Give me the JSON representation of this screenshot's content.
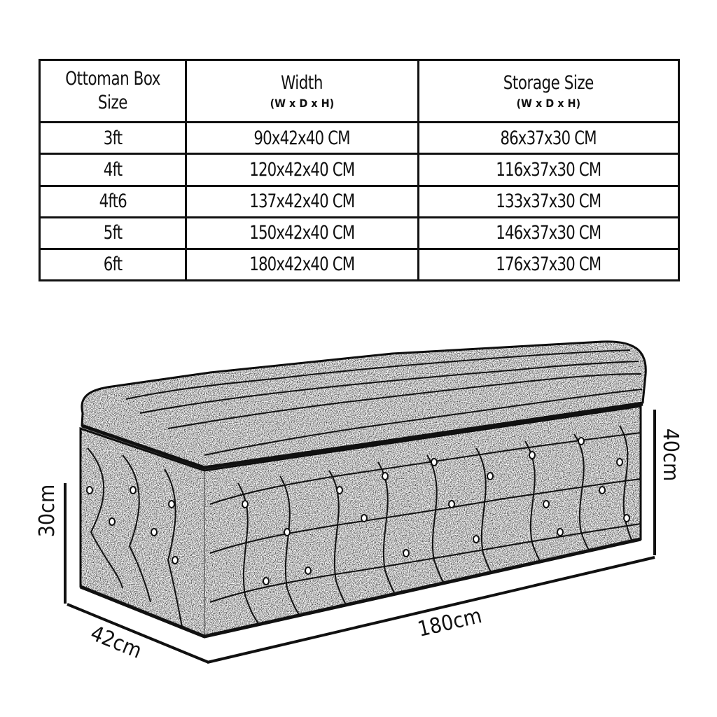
{
  "table": {
    "headers": [
      {
        "main": "Ottoman Box",
        "main2": "Size",
        "sub": ""
      },
      {
        "main": "Width",
        "main2": "",
        "sub": "(W x D x H)"
      },
      {
        "main": "Storage Size",
        "main2": "",
        "sub": "(W x D x H)"
      }
    ],
    "rows": [
      {
        "size": "3ft",
        "width": "90x42x40 CM",
        "storage": "86x37x30 CM"
      },
      {
        "size": "4ft",
        "width": "120x42x40 CM",
        "storage": "116x37x30 CM"
      },
      {
        "size": "4ft6",
        "width": "137x42x40 CM",
        "storage": "133x37x30 CM"
      },
      {
        "size": "5ft",
        "width": "150x42x40 CM",
        "storage": "146x37x30 CM"
      },
      {
        "size": "6ft",
        "width": "180x42x40 CM",
        "storage": "176x37x30 CM"
      }
    ]
  },
  "diagram": {
    "subject": "tufted-ottoman-storage-box",
    "dimensions": {
      "height_body": "30cm",
      "depth": "42cm",
      "width": "180cm",
      "height_total": "40cm"
    }
  },
  "colors": {
    "ink": "#111111",
    "background": "#ffffff",
    "fabric_texture": "#d8d8d8"
  }
}
